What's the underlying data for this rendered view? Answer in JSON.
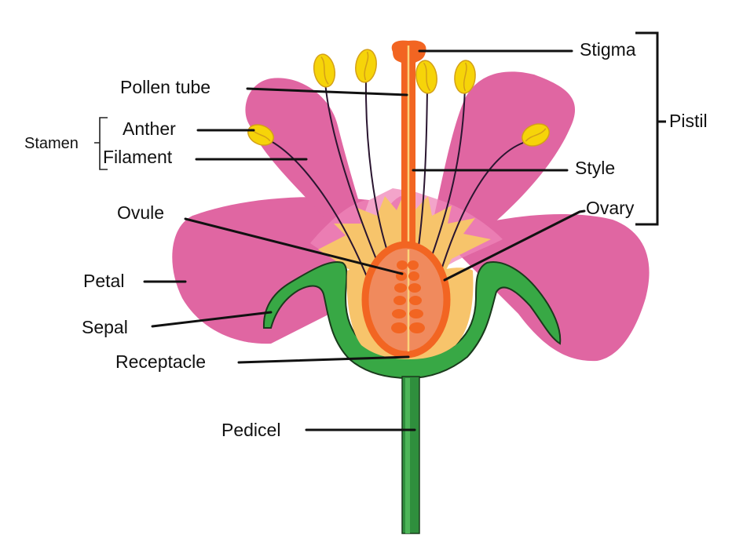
{
  "title": "Parts of a flower",
  "colors": {
    "petal": "#e066a2",
    "petal_light": "#ef86b8",
    "inner_yellow": "#f7c46b",
    "sepal": "#38a845",
    "sepal_outline": "#1a3a1c",
    "pistil": "#f26522",
    "pistil_highlight": "#fbd37a",
    "ovary_fill": "#f08a5d",
    "anther": "#f6d409",
    "anther_outline": "#d4a017",
    "filament": "#2a1530",
    "pedicel": "#2f8f3d",
    "label_text": "#111111"
  },
  "labels": {
    "left": [
      {
        "id": "pollen-tube",
        "text": "Pollen tube"
      },
      {
        "id": "anther",
        "text": "Anther"
      },
      {
        "id": "filament",
        "text": "Filament"
      },
      {
        "id": "ovule",
        "text": "Ovule"
      },
      {
        "id": "petal",
        "text": "Petal"
      },
      {
        "id": "sepal",
        "text": "Sepal"
      },
      {
        "id": "receptacle",
        "text": "Receptacle"
      },
      {
        "id": "pedicel",
        "text": "Pedicel"
      }
    ],
    "right": [
      {
        "id": "stigma",
        "text": "Stigma"
      },
      {
        "id": "style",
        "text": "Style"
      },
      {
        "id": "ovary",
        "text": "Ovary"
      }
    ],
    "groups": [
      {
        "id": "stamen",
        "text": "Stamen",
        "members": [
          "Anther",
          "Filament"
        ]
      },
      {
        "id": "pistil",
        "text": "Pistil",
        "members": [
          "Stigma",
          "Style",
          "Ovary"
        ]
      }
    ]
  }
}
